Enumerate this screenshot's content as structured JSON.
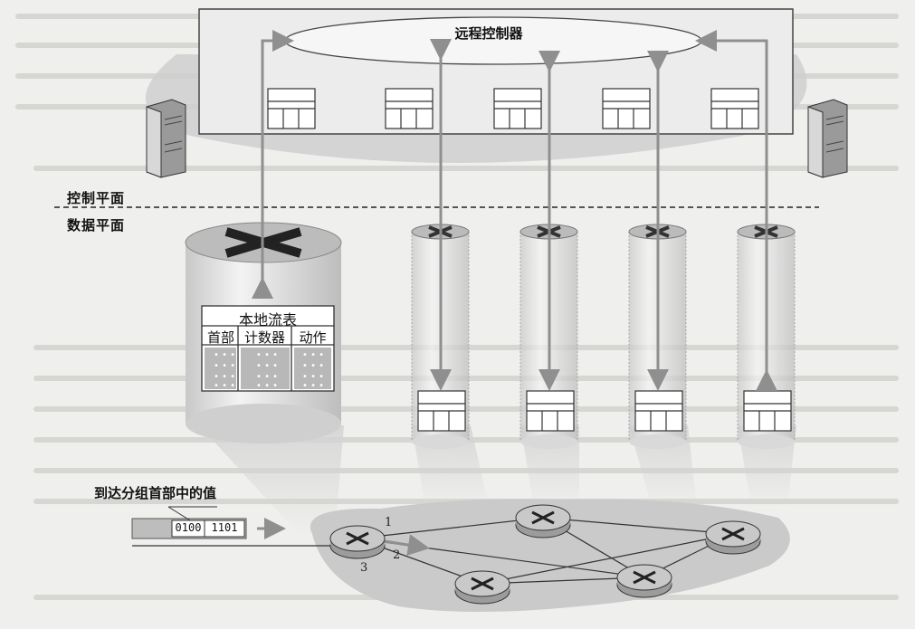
{
  "remote_controller": {
    "label": "远程控制器"
  },
  "planes": {
    "control_plane": "控制平面",
    "data_plane": "数据平面"
  },
  "local_flow_table": {
    "title": "本地流表",
    "columns": [
      "首部",
      "计数器",
      "动作"
    ]
  },
  "packet": {
    "caption": "到达分组首部中的值",
    "bits": [
      "0100",
      "1101"
    ]
  },
  "ports": [
    "1",
    "2",
    "3"
  ],
  "colors": {
    "arrow": "#8f8f8f",
    "cloud": "#c9c9c9",
    "router": "#bdbdbd",
    "router_light": "#f2f2f2"
  }
}
